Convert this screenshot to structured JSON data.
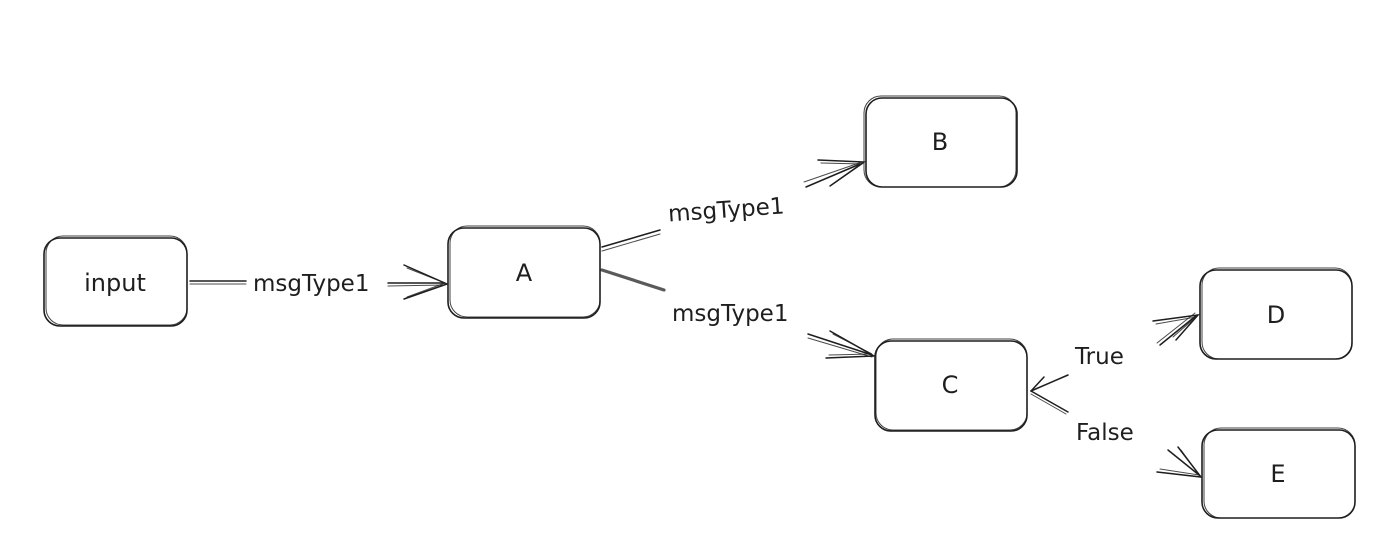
{
  "nodes": {
    "input": "input",
    "a": "A",
    "b": "B",
    "c": "C",
    "d": "D",
    "e": "E"
  },
  "edges": {
    "input_to_a": "msgType1",
    "a_to_b": "msgType1",
    "a_to_c": "msgType1",
    "c_to_d": "True",
    "c_to_e": "False"
  },
  "colors": {
    "stroke": "#1e1e1e",
    "background": "#ffffff"
  }
}
